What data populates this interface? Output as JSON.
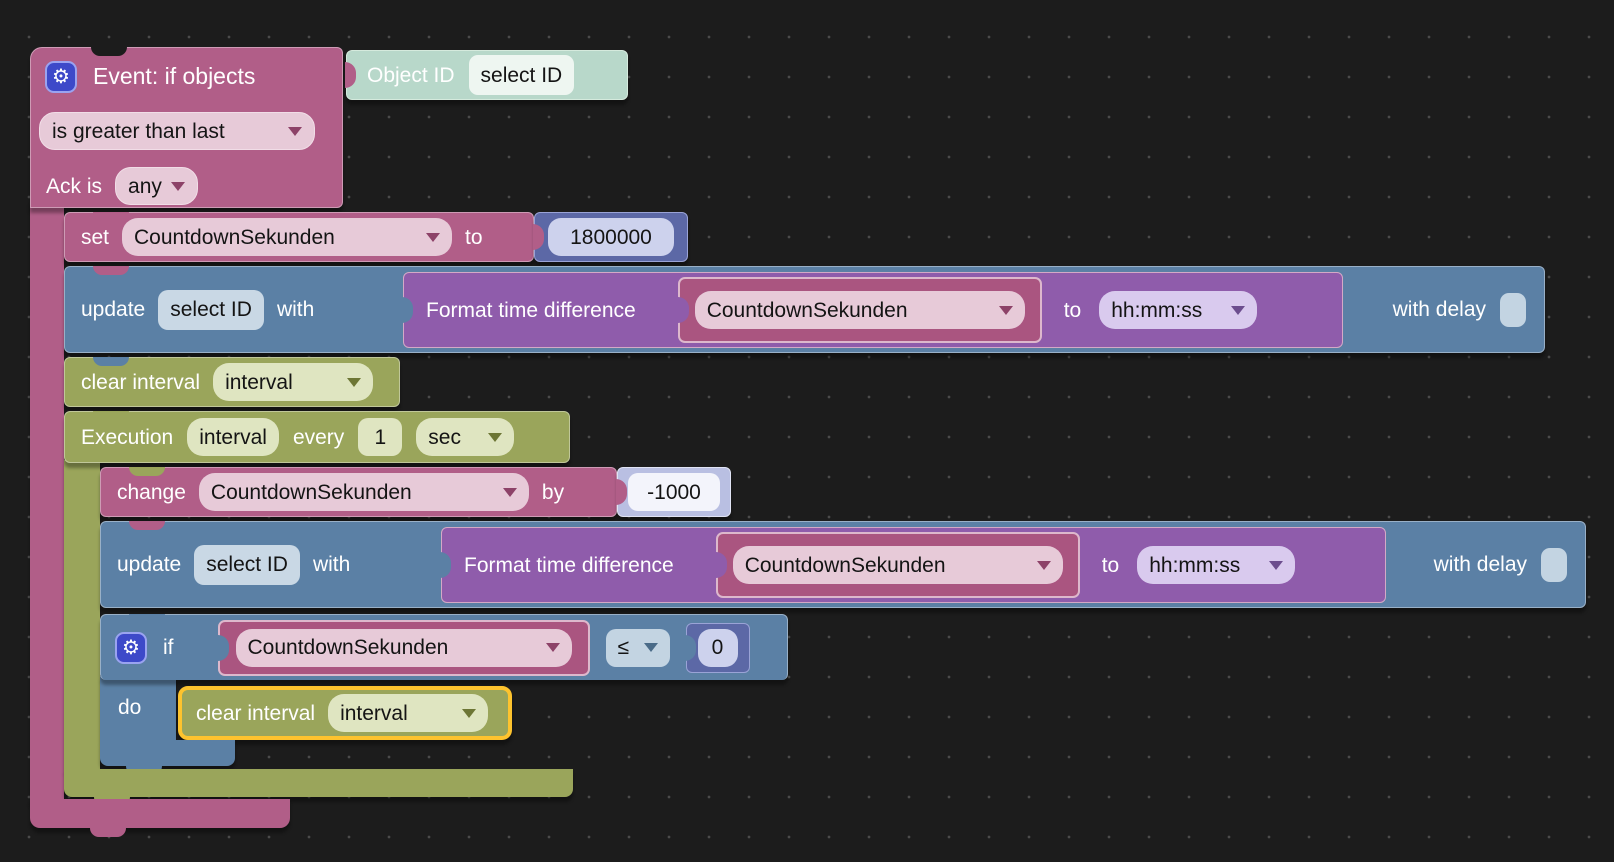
{
  "colors": {
    "canvas_bg": "#1c1c1c",
    "trigger_pink": "#b15e88",
    "state_blue": "#5b80a5",
    "timer_olive": "#9aa55b",
    "convert_purple": "#8f5cab",
    "number_indigo": "#5c68a6",
    "object_teal": "#b8d8ca",
    "selection_highlight": "#fdc32e"
  },
  "event_block": {
    "title": "Event: if objects",
    "object_id_label": "Object ID",
    "object_id_value": "select ID",
    "condition": "is greater than last",
    "ack_label": "Ack is",
    "ack_value": "any"
  },
  "set_block": {
    "label_set": "set",
    "variable": "CountdownSekunden",
    "label_to": "to",
    "value": "1800000"
  },
  "update1": {
    "label_update": "update",
    "object_id": "select ID",
    "label_with": "with",
    "format_title": "Format time difference",
    "variable": "CountdownSekunden",
    "label_to": "to",
    "pattern": "hh:mm:ss",
    "delay_label": "with delay"
  },
  "clear_interval1": {
    "label": "clear interval",
    "interval_name": "interval"
  },
  "execution_block": {
    "label": "Execution",
    "interval_name": "interval",
    "label_every": "every",
    "value": "1",
    "unit": "sec"
  },
  "change_block": {
    "label_change": "change",
    "variable": "CountdownSekunden",
    "label_by": "by",
    "value": "-1000"
  },
  "update2": {
    "label_update": "update",
    "object_id": "select ID",
    "label_with": "with",
    "format_title": "Format time difference",
    "variable": "CountdownSekunden",
    "label_to": "to",
    "pattern": "hh:mm:ss",
    "delay_label": "with delay"
  },
  "if_block": {
    "label_if": "if",
    "variable": "CountdownSekunden",
    "operator": "≤",
    "value": "0",
    "label_do": "do"
  },
  "clear_interval2": {
    "label": "clear interval",
    "interval_name": "interval"
  },
  "icons": {
    "gear": "⚙"
  }
}
